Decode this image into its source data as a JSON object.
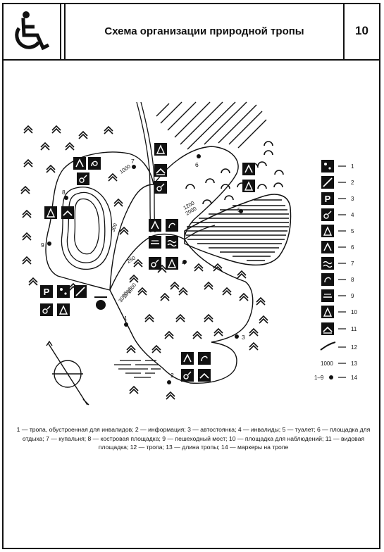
{
  "header": {
    "icon": "wheelchair-icon",
    "title": "Схема организации природной тропы",
    "number": "10"
  },
  "map": {
    "trail_lengths": [
      "1000",
      "1200",
      "2000",
      "300",
      "250",
      "1000",
      "2000",
      "3000"
    ],
    "marker_numbers": [
      "1",
      "2",
      "3",
      "4",
      "5",
      "6",
      "7",
      "8",
      "9"
    ],
    "compass_icon": "compass-rose-icon"
  },
  "legend": {
    "items": [
      {
        "num": "1",
        "icon": "wheelchair-accessible-trail-icon"
      },
      {
        "num": "2",
        "icon": "information-icon"
      },
      {
        "num": "3",
        "icon": "parking-icon"
      },
      {
        "num": "4",
        "icon": "wheelchair-icon"
      },
      {
        "num": "5",
        "icon": "toilet-icon"
      },
      {
        "num": "6",
        "icon": "rest-area-icon"
      },
      {
        "num": "7",
        "icon": "bathing-icon"
      },
      {
        "num": "8",
        "icon": "campfire-icon"
      },
      {
        "num": "9",
        "icon": "footbridge-icon"
      },
      {
        "num": "10",
        "icon": "observation-platform-icon"
      },
      {
        "num": "11",
        "icon": "viewpoint-icon"
      },
      {
        "num": "12",
        "icon": "trail-line-icon"
      },
      {
        "num": "13",
        "sample": "1000"
      },
      {
        "num": "14",
        "sample": "1–9"
      }
    ]
  },
  "caption": {
    "text": "1 — тропа, обустроенная для инвалидов; 2 — информация; 3 — автостоянка; 4 — инвалиды; 5 — туалет; 6 — площадка для отдыха; 7 — купальня; 8 — костровая площадка; 9 — пешеходный мост; 10 — площадка для наблюдений; 11 — видовая площадка; 12 — тропа; 13 — длина тропы; 14 — маркеры на тропе"
  }
}
